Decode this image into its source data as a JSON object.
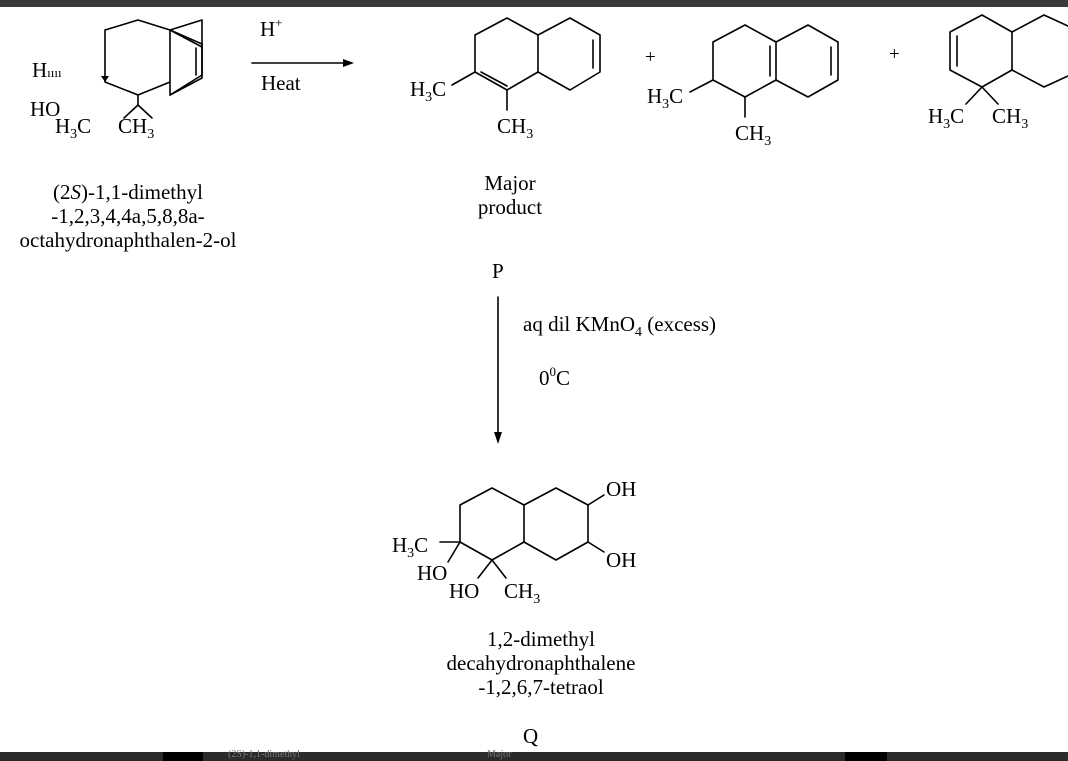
{
  "reaction_1": {
    "reagent_above": "H",
    "reagent_above_sup": "+",
    "reagent_below": "Heat"
  },
  "reaction_2": {
    "reagent_1_pre": "aq dil KMnO",
    "reagent_1_sub": "4",
    "reagent_1_post": " (excess)",
    "temperature_pre": "0",
    "temperature_sup": "0",
    "temperature_post": "C"
  },
  "starting_material": {
    "name_lines": [
      "(2",
      "S",
      ")-1,1-dimethyl",
      "-1,2,3,4,4a,5,8,8a-",
      "octahydronaphthalen-2-ol"
    ],
    "label_h": "H",
    "label_ho": "HO",
    "label_h3c": "H",
    "label_h3c_sub": "3",
    "label_h3c_c": "C",
    "label_ch3": "CH",
    "label_ch3_sub": "3"
  },
  "products": {
    "plus_sign": "+",
    "major_lines": [
      "Major",
      "product"
    ],
    "p_label": "P"
  },
  "final_product": {
    "name_lines": [
      "1,2-dimethyl",
      "decahydronaphthalene",
      "-1,2,6,7-tetraol"
    ],
    "q_label": "Q",
    "oh": "OH",
    "ho": "HO"
  },
  "footer_ghost": {
    "left_text": "(2S)-1,1-dimethyl",
    "mid_text": "Major"
  }
}
